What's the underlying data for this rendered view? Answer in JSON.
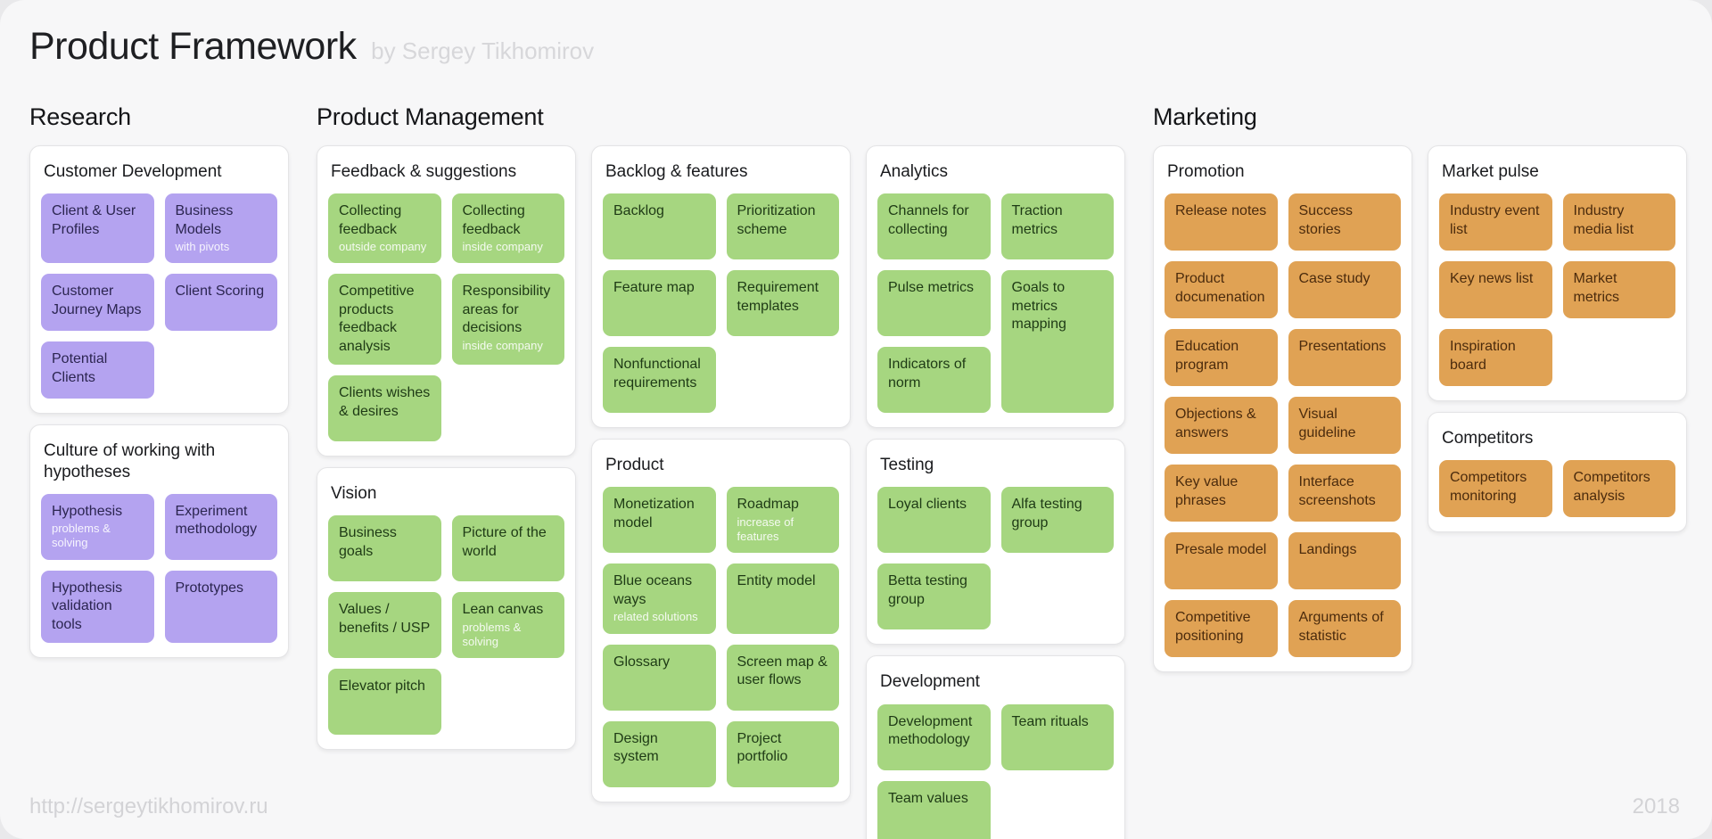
{
  "title": "Product Framework",
  "byline": "by Sergey Tikhomirov",
  "footer": {
    "url": "http://sergeytikhomirov.ru",
    "year": "2018"
  },
  "colors": {
    "purple_tile": "#b4a3f0",
    "green_tile": "#a6d680",
    "orange_tile": "#e0a254",
    "canvas_background": "#f7f7f8",
    "card_background": "#ffffff"
  },
  "columns": [
    {
      "id": "research",
      "section": "Research",
      "cards": [
        {
          "title": "Customer Development",
          "theme": "purple",
          "tiles": [
            {
              "label": "Client & User Profiles"
            },
            {
              "label": "Business Models",
              "sub": "with pivots"
            },
            {
              "label": "Customer Journey Maps"
            },
            {
              "label": "Client Scoring"
            },
            {
              "label": "Potential Clients"
            }
          ]
        },
        {
          "title": "Culture of working with hypotheses",
          "theme": "purple",
          "tiles": [
            {
              "label": "Hypothesis",
              "sub": "problems & solving"
            },
            {
              "label": "Experiment methodology"
            },
            {
              "label": "Hypothesis validation tools"
            },
            {
              "label": "Prototypes"
            }
          ]
        }
      ]
    },
    {
      "id": "product-management-a",
      "section": "Product Management",
      "cards": [
        {
          "title": "Feedback & suggestions",
          "theme": "green",
          "tiles": [
            {
              "label": "Collecting feedback",
              "sub": "outside company"
            },
            {
              "label": "Collecting feedback",
              "sub": "inside company"
            },
            {
              "label": "Competitive products feedback analysis"
            },
            {
              "label": "Responsibility areas for decisions",
              "sub": "inside company"
            },
            {
              "label": "Clients wishes & desires"
            }
          ]
        },
        {
          "title": "Vision",
          "theme": "green",
          "tiles": [
            {
              "label": "Business goals"
            },
            {
              "label": "Picture of the world"
            },
            {
              "label": "Values / benefits / USP"
            },
            {
              "label": "Lean canvas",
              "sub": "problems & solving"
            },
            {
              "label": "Elevator pitch"
            }
          ]
        }
      ]
    },
    {
      "id": "product-management-b",
      "section": "",
      "cards": [
        {
          "title": "Backlog & features",
          "theme": "green",
          "tiles": [
            {
              "label": "Backlog"
            },
            {
              "label": "Prioritization scheme"
            },
            {
              "label": "Feature map"
            },
            {
              "label": "Requirement templates"
            },
            {
              "label": "Nonfunctional requirements"
            }
          ]
        },
        {
          "title": "Product",
          "theme": "green",
          "tiles": [
            {
              "label": "Monetization model"
            },
            {
              "label": "Roadmap",
              "sub": "increase of features"
            },
            {
              "label": "Blue oceans ways",
              "sub": "related solutions"
            },
            {
              "label": "Entity model"
            },
            {
              "label": "Glossary"
            },
            {
              "label": "Screen map & user flows"
            },
            {
              "label": "Design system"
            },
            {
              "label": "Project portfolio"
            }
          ]
        }
      ]
    },
    {
      "id": "product-management-c",
      "section": "",
      "cards": [
        {
          "title": "Analytics",
          "theme": "green",
          "tiles": [
            {
              "label": "Channels for collecting"
            },
            {
              "label": "Traction metrics"
            },
            {
              "label": "Pulse metrics"
            },
            {
              "label": "Goals to metrics mapping",
              "tall": true
            },
            {
              "label": "Indicators of norm"
            }
          ]
        },
        {
          "title": "Testing",
          "theme": "green",
          "tiles": [
            {
              "label": "Loyal clients"
            },
            {
              "label": "Alfa testing group"
            },
            {
              "label": "Betta testing group"
            }
          ]
        },
        {
          "title": "Development",
          "theme": "green",
          "tiles": [
            {
              "label": "Development methodology"
            },
            {
              "label": "Team rituals"
            },
            {
              "label": "Team values"
            }
          ]
        }
      ]
    },
    {
      "id": "marketing-a",
      "section": "Marketing",
      "cards": [
        {
          "title": "Promotion",
          "theme": "orange",
          "tiles": [
            {
              "label": "Release notes"
            },
            {
              "label": "Success stories"
            },
            {
              "label": "Product documenation"
            },
            {
              "label": "Case study"
            },
            {
              "label": "Education program"
            },
            {
              "label": "Presentations"
            },
            {
              "label": "Objections & answers"
            },
            {
              "label": "Visual guideline"
            },
            {
              "label": "Key value phrases"
            },
            {
              "label": "Interface screenshots"
            },
            {
              "label": "Presale model"
            },
            {
              "label": "Landings"
            },
            {
              "label": "Competitive positioning"
            },
            {
              "label": "Arguments of statistic"
            }
          ]
        }
      ]
    },
    {
      "id": "marketing-b",
      "section": "",
      "cards": [
        {
          "title": "Market pulse",
          "theme": "orange",
          "tiles": [
            {
              "label": "Industry event list"
            },
            {
              "label": "Industry media list"
            },
            {
              "label": "Key news list"
            },
            {
              "label": "Market metrics"
            },
            {
              "label": "Inspiration board"
            }
          ]
        },
        {
          "title": "Competitors",
          "theme": "orange",
          "tiles": [
            {
              "label": "Competitors monitoring"
            },
            {
              "label": "Competitors analysis"
            }
          ]
        }
      ]
    }
  ]
}
